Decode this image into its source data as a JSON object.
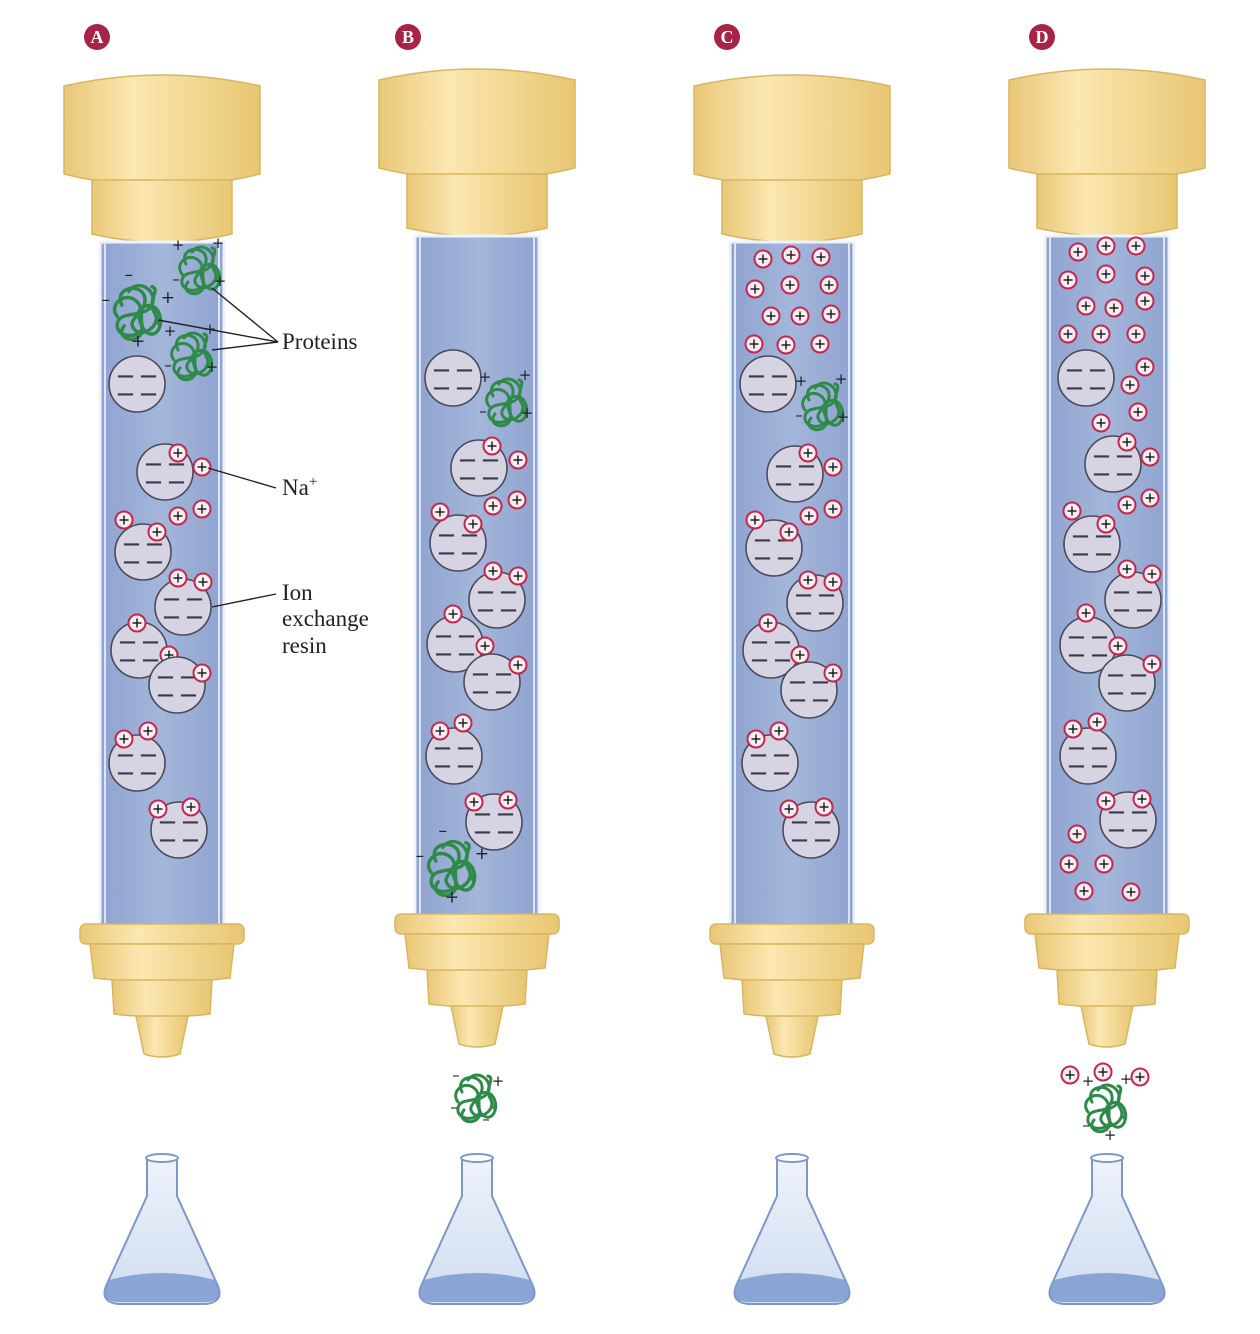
{
  "panels": [
    {
      "label": "A"
    },
    {
      "label": "B"
    },
    {
      "label": "C"
    },
    {
      "label": "D"
    }
  ],
  "callouts": {
    "proteins": "Proteins",
    "sodium": "Na",
    "sodium_sup": "+",
    "resin_line1": "Ion",
    "resin_line2": "exchange",
    "resin_line3": "resin"
  },
  "colors": {
    "column_fill": "#9fb2d8",
    "cap_fill": "#f7dfa0",
    "bead_fill": "#d6d3e2",
    "ion_ring": "#c2284f",
    "protein_stroke": "#2f8a4a",
    "label_badge": "#a82447"
  }
}
